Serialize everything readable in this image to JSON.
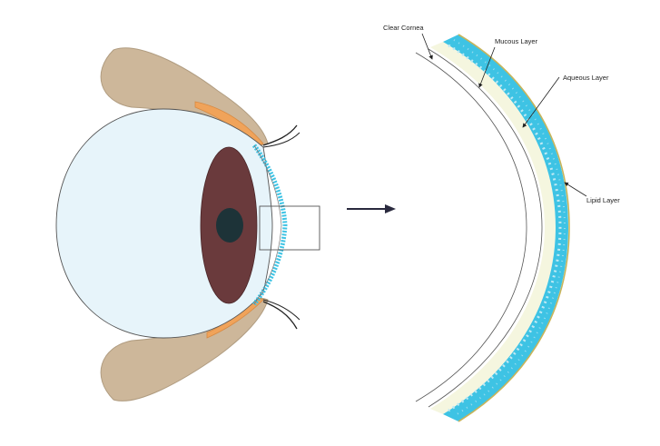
{
  "labels": {
    "clear_cornea": "Clear Cornea",
    "mucous_layer": "Mucous Layer",
    "aqueous_layer": "Aqueous Layer",
    "lipid_layer": "Lipid Layer"
  },
  "colors": {
    "eyelid": "#cdb79a",
    "eyelid_stroke": "#b09c80",
    "meibomian_gland": "#f0a35a",
    "eyeball": "#e7f4fa",
    "iris": "#6a3a3c",
    "pupil": "#1d3338",
    "tear_film": "#3ec3e4",
    "mucous": "#f5f6df",
    "lipid": "#c8b45a",
    "arrow": "#2a2a3e",
    "outline": "#555555"
  },
  "icons": {
    "direction_arrow": "right-arrow-icon"
  }
}
